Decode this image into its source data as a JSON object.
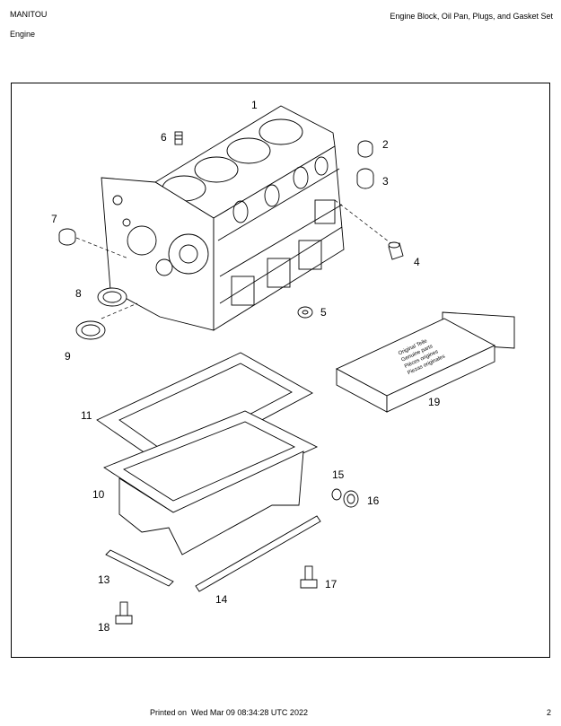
{
  "header": {
    "brand": "MANITOU",
    "section": "Engine",
    "title": "Engine Block, Oil Pan, Plugs, and Gasket Set"
  },
  "callouts": [
    "1",
    "2",
    "3",
    "4",
    "5",
    "6",
    "7",
    "8",
    "9",
    "10",
    "11",
    "13",
    "14",
    "15",
    "16",
    "17",
    "18",
    "19"
  ],
  "kit_box": {
    "line1": "Original Teile",
    "line2": "Genuine parts",
    "line3": "Pièces origines",
    "line4": "Piezas originales"
  },
  "footer": {
    "printed_label": "Printed on",
    "printed_date": "Wed Mar 09 08:34:28 UTC 2022",
    "page_number": "2"
  }
}
